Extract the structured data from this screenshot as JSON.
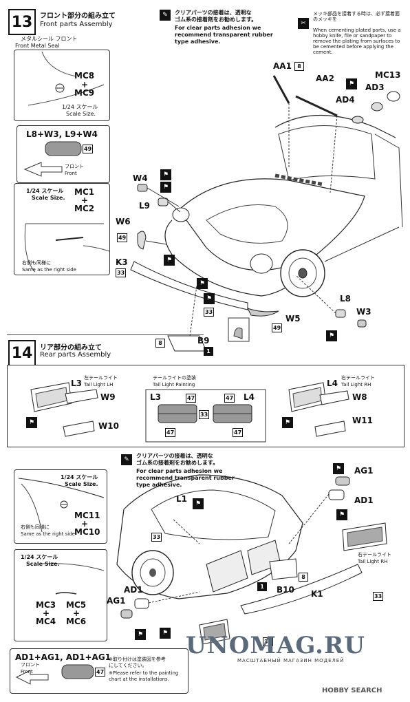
{
  "step13": {
    "number": "13",
    "title_jp": "フロント部分の組み立て",
    "title_en": "Front parts Assembly",
    "metal_seal_jp": "メタルシール フロント",
    "metal_seal_en": "Front Metal Seal",
    "mc8": "MC8",
    "plus": "+",
    "mc9": "MC9",
    "scale_jp": "1/24 スケール",
    "scale_en": "Scale Size.",
    "combo_label": "L8+W3, L9+W4",
    "combo_num": "49",
    "front_jp": "フロント",
    "front_en": "Front",
    "scale2": "1/24 スケール",
    "scale2_en": "Scale Size.",
    "mc1": "MC1",
    "mc2": "MC2",
    "same_right_jp": "右側も同様に",
    "same_right_en": "Same as the right side",
    "clear_jp": "クリアパーツの接着は、透明な\nゴム系の接着剤をお勧めします。",
    "clear_en": "For clear parts adhesion we\nrecommend transparent rubber\ntype adhesive.",
    "plated_jp": "メッキ部品を接着する時は、必ず接着面のメッキを",
    "plated_en": "When cementing plated parts, use a hobby knife, file or sandpaper to remove the plating from surfaces to be cemented before applying the cement.",
    "parts": {
      "AA1": "AA1",
      "AA2": "AA2",
      "AD3": "AD3",
      "MC13": "MC13",
      "AD4": "AD4",
      "W4": "W4",
      "L9": "L9",
      "W6": "W6",
      "K3": "K3",
      "W5": "W5",
      "L8": "L8",
      "W3": "W3",
      "B9": "B9"
    },
    "nums": {
      "n8a": "8",
      "n49a": "49",
      "n33a": "33",
      "n33b": "33",
      "n49b": "49",
      "n8b": "8",
      "n1": "1"
    }
  },
  "step14": {
    "number": "14",
    "title_jp": "リア部分の組み立て",
    "title_en": "Rear parts Assembly",
    "left_tail_jp": "左テールライト",
    "left_tail_en": "Tail Light LH",
    "right_tail_jp": "右テールライト",
    "right_tail_en": "Tail Light RH",
    "tail_paint_jp": "テールライトの塗装",
    "tail_paint_en": "Tail Light Painting",
    "parts": {
      "L3": "L3",
      "W9": "W9",
      "W10": "W10",
      "L4": "L4",
      "W8": "W8",
      "W11": "W11",
      "L3b": "L3",
      "L4b": "L4",
      "L1": "L1",
      "AG1": "AG1",
      "AD1": "AD1",
      "B10": "B10",
      "K1": "K1",
      "AD1b": "AD1",
      "AG1b": "AG1"
    },
    "paint_nums": {
      "p47a": "47",
      "p47b": "47",
      "p33": "33",
      "p47c": "47",
      "p47d": "47"
    },
    "clear_jp": "クリアパーツの接着は、透明な\nゴム系の接着剤をお勧めします。",
    "clear_en": "For clear parts adhesion we\nrecommend transparent rubber\ntype adhesive.",
    "scale_a": "1/24 スケール",
    "scale_a_en": "Scale Size.",
    "mc11": "MC11",
    "mc10": "MC10",
    "same_right_jp": "右側も同様に",
    "same_right_en": "Same as the right side",
    "scale_b": "1/24 スケール",
    "scale_b_en": "Scale Size.",
    "mc3": "MC3",
    "mc5": "MC5",
    "mc4": "MC4",
    "mc6": "MC6",
    "right_tail_jp2": "右テールライト",
    "right_tail_en2": "Tail Light RH",
    "combo2": "AD1+AG1, AD1+AG1",
    "combo2_num": "47",
    "front_jp": "フロント",
    "front_en": "Front",
    "install_note_jp": "※取り付けは塗装図を参考\nにしてください。",
    "install_note_en": "※Please refer to the painting\nchart at the installations.",
    "nums": {
      "n33": "33",
      "n8": "8",
      "n1": "1",
      "n33b": "33",
      "n33c": "33"
    }
  },
  "watermark": {
    "main": "UNOMAG.RU",
    "sub": "МАСШТАБНЫЙ МАГАЗИН МОДЕЛЕЙ",
    "source": "HOBBY SEARCH"
  }
}
